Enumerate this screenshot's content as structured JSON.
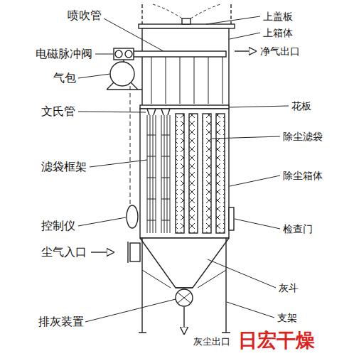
{
  "diagram": {
    "labels": [
      "喷吹管",
      "电磁脉冲阀",
      "气包",
      "文氏管",
      "滤袋框架",
      "控制仪",
      "尘气入口",
      "排灰装置",
      "上盖板",
      "上箱体",
      "净气出口",
      "花板",
      "除尘滤袋",
      "除尘箱体",
      "检查门",
      "灰斗",
      "支架",
      "灰尘出口",
      "日宏干燥"
    ]
  }
}
